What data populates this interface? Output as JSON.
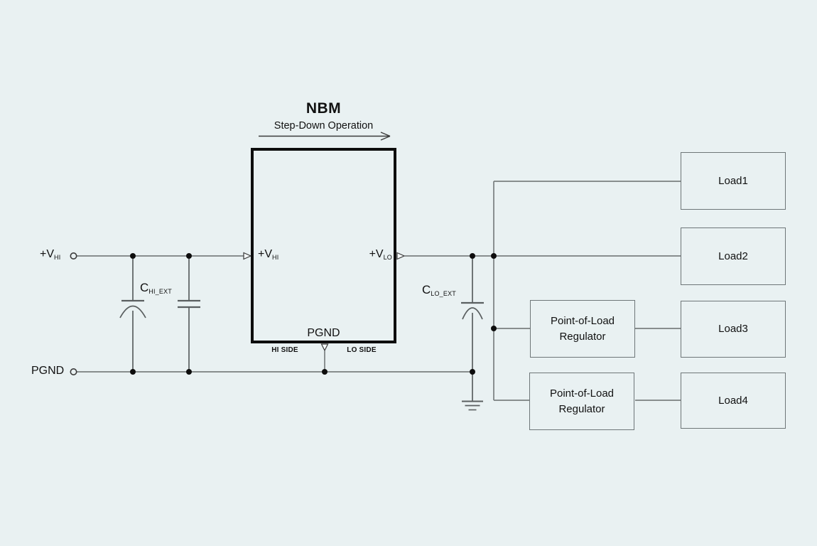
{
  "diagram": {
    "title": "NBM",
    "subtitle": "Step-Down Operation",
    "module": {
      "pin_vhi": {
        "main": "+V",
        "sub": "HI"
      },
      "pin_vlo": {
        "main": "+V",
        "sub": "LO"
      },
      "pin_pgnd": "PGND",
      "hi_side_label": "HI SIDE",
      "lo_side_label": "LO SIDE"
    },
    "input_terminal": {
      "main": "+V",
      "sub": "HI"
    },
    "pgnd_terminal": "PGND",
    "cap_hi": {
      "main": "C",
      "sub": "HI_EXT"
    },
    "cap_lo": {
      "main": "C",
      "sub": "LO_EXT"
    },
    "pol_regulators": [
      {
        "label": "Point-of-Load Regulator"
      },
      {
        "label": "Point-of-Load Regulator"
      }
    ],
    "loads": [
      {
        "label": "Load1"
      },
      {
        "label": "Load2"
      },
      {
        "label": "Load3"
      },
      {
        "label": "Load4"
      }
    ],
    "colors": {
      "background": "#e9f1f2",
      "wire": "#7a7f80",
      "module_border": "#0d0d0d",
      "box_border": "#6e7678",
      "text": "#111111"
    }
  }
}
